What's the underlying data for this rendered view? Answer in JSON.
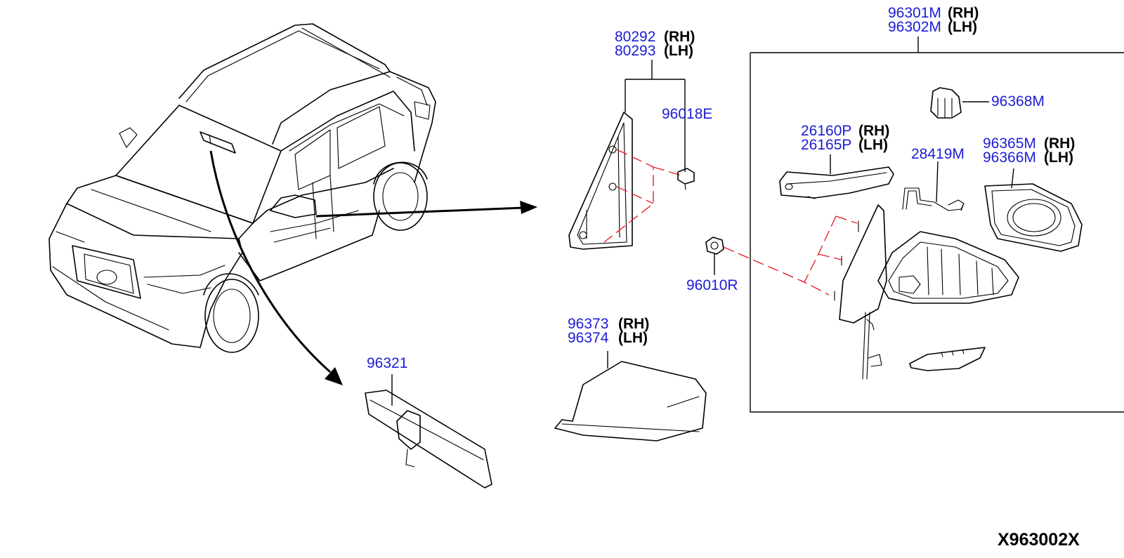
{
  "diagram_code": "X963002X",
  "callouts": {
    "mirror_assy": {
      "rh_part": "96301M",
      "lh_part": "96302M",
      "rh_tag": "(RH)",
      "lh_tag": "(LH)"
    },
    "corner_finisher": {
      "rh_part": "80292",
      "lh_part": "80293",
      "rh_tag": "(RH)",
      "lh_tag": "(LH)"
    },
    "clip": {
      "part": "96018E"
    },
    "cap": {
      "part": "96368M"
    },
    "turn_lamp": {
      "rh_part": "26160P",
      "lh_part": "26165P",
      "rh_tag": "(RH)",
      "lh_tag": "(LH)"
    },
    "harness": {
      "part": "28419M"
    },
    "glass": {
      "rh_part": "96365M",
      "lh_part": "96366M",
      "rh_tag": "(RH)",
      "lh_tag": "(LH)"
    },
    "nut": {
      "part": "96010R"
    },
    "cover": {
      "rh_part": "96373",
      "lh_part": "96374",
      "rh_tag": "(RH)",
      "lh_tag": "(LH)"
    },
    "inner_mirror": {
      "part": "96321"
    }
  }
}
